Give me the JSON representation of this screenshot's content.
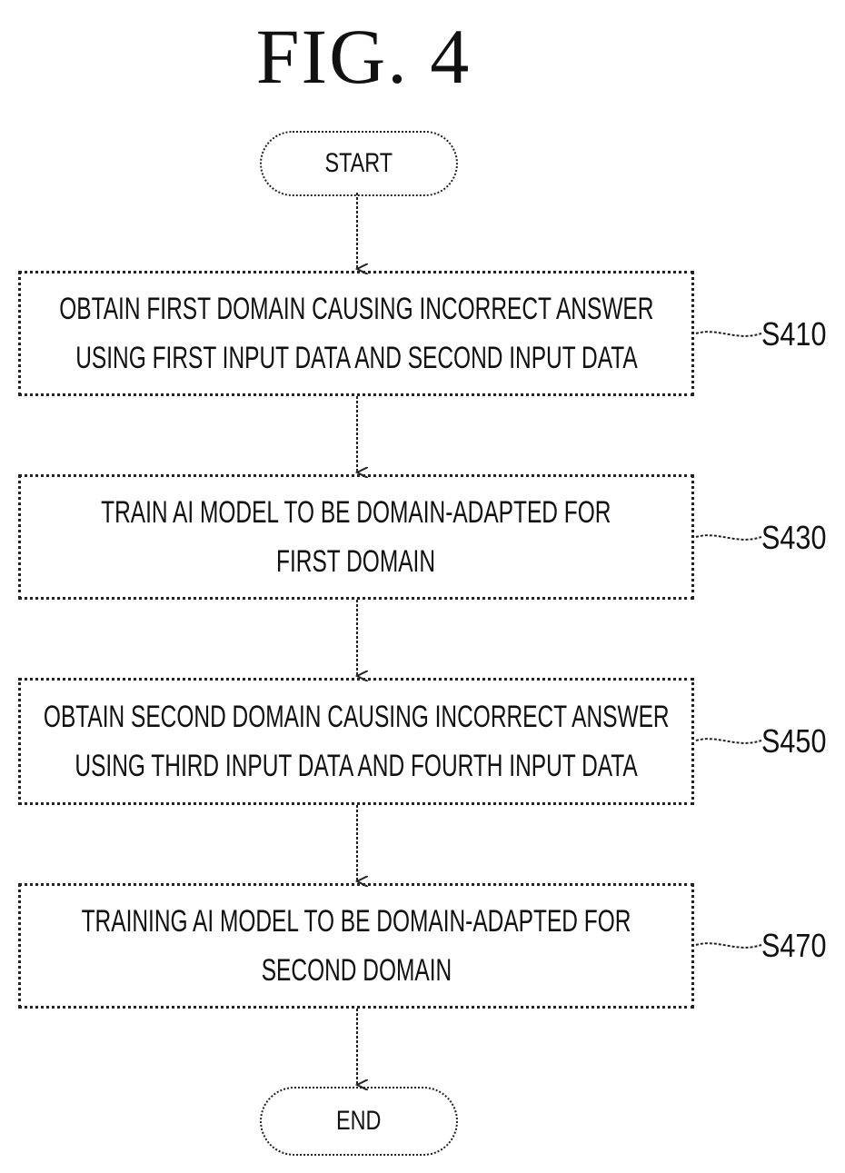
{
  "figure": {
    "title": "FIG. 4"
  },
  "start": {
    "label": "START"
  },
  "end": {
    "label": "END"
  },
  "steps": [
    {
      "id": "S410",
      "lines": [
        "OBTAIN FIRST DOMAIN CAUSING INCORRECT ANSWER",
        "USING FIRST INPUT DATA AND SECOND INPUT DATA"
      ]
    },
    {
      "id": "S430",
      "lines": [
        "TRAIN AI MODEL TO BE DOMAIN-ADAPTED FOR",
        "FIRST DOMAIN"
      ]
    },
    {
      "id": "S450",
      "lines": [
        "OBTAIN SECOND DOMAIN CAUSING INCORRECT ANSWER",
        "USING THIRD INPUT DATA AND FOURTH INPUT DATA"
      ]
    },
    {
      "id": "S470",
      "lines": [
        "TRAINING AI MODEL TO BE DOMAIN-ADAPTED FOR",
        "SECOND DOMAIN"
      ]
    }
  ],
  "colors": {
    "stroke": "#222222",
    "text": "#111111",
    "background": "#ffffff"
  }
}
